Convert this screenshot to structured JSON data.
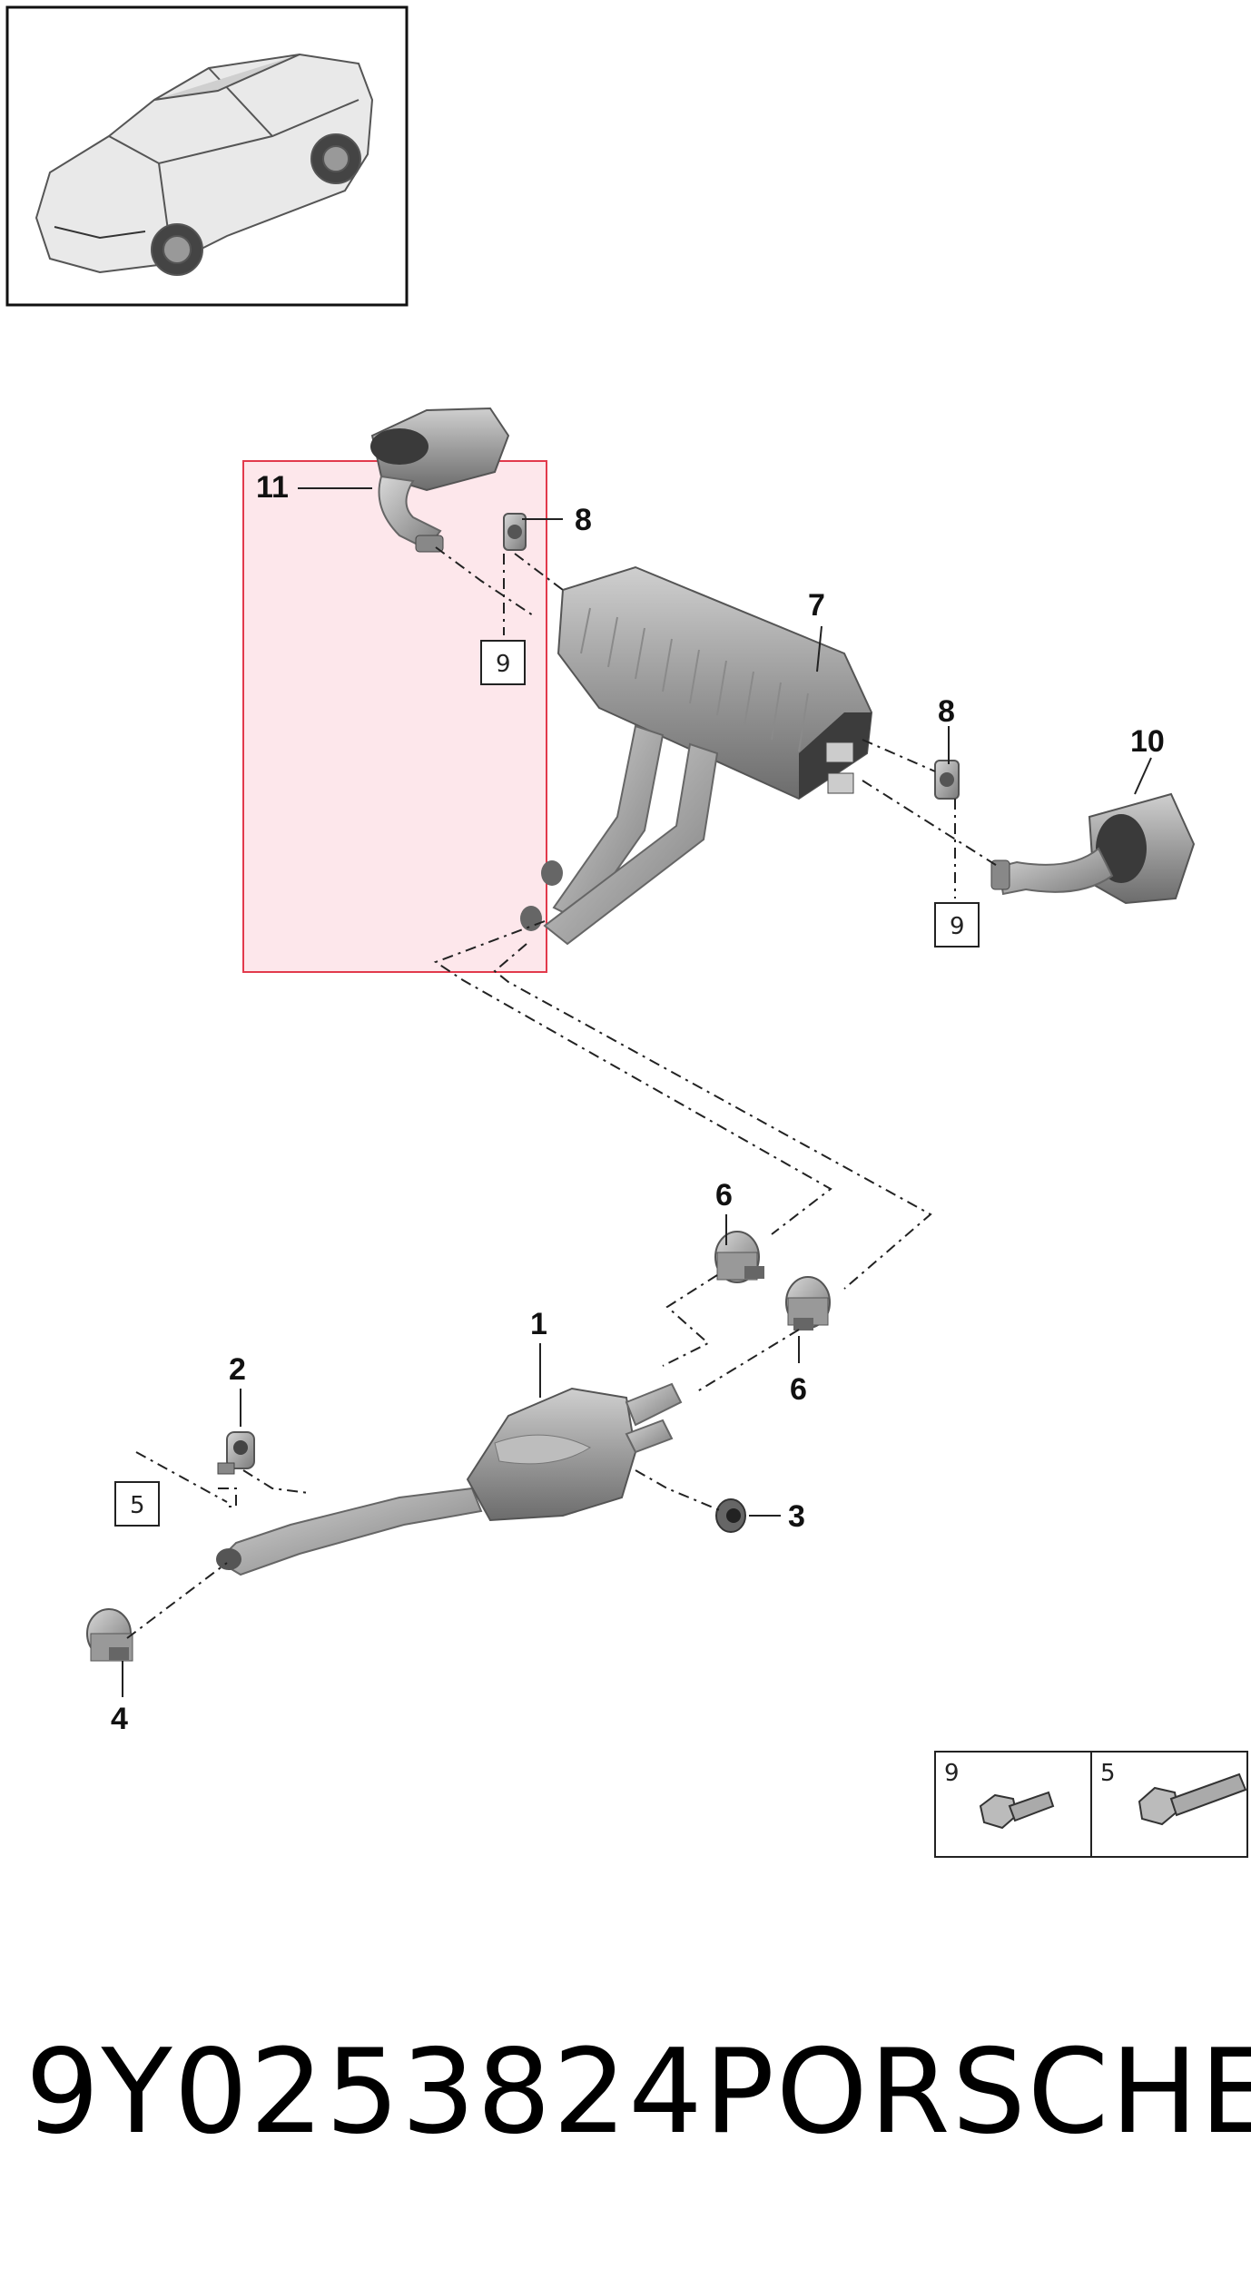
{
  "callouts": {
    "c1": "1",
    "c2": "2",
    "c3": "3",
    "c4": "4",
    "c6a": "6",
    "c6b": "6",
    "c7": "7",
    "c8a": "8",
    "c8b": "8",
    "c10": "10",
    "c11": "11"
  },
  "ref_boxes": {
    "r9a": "9",
    "r9b": "9",
    "r5": "5"
  },
  "legend": {
    "bolt9": "9",
    "bolt5": "5"
  },
  "footer": {
    "part_number": "9Y0253824",
    "brand": "PORSCHE"
  },
  "colors": {
    "highlight_fill": "#fde3e8",
    "highlight_stroke": "#e23a4c",
    "part_grey": "#9a9a9a"
  }
}
